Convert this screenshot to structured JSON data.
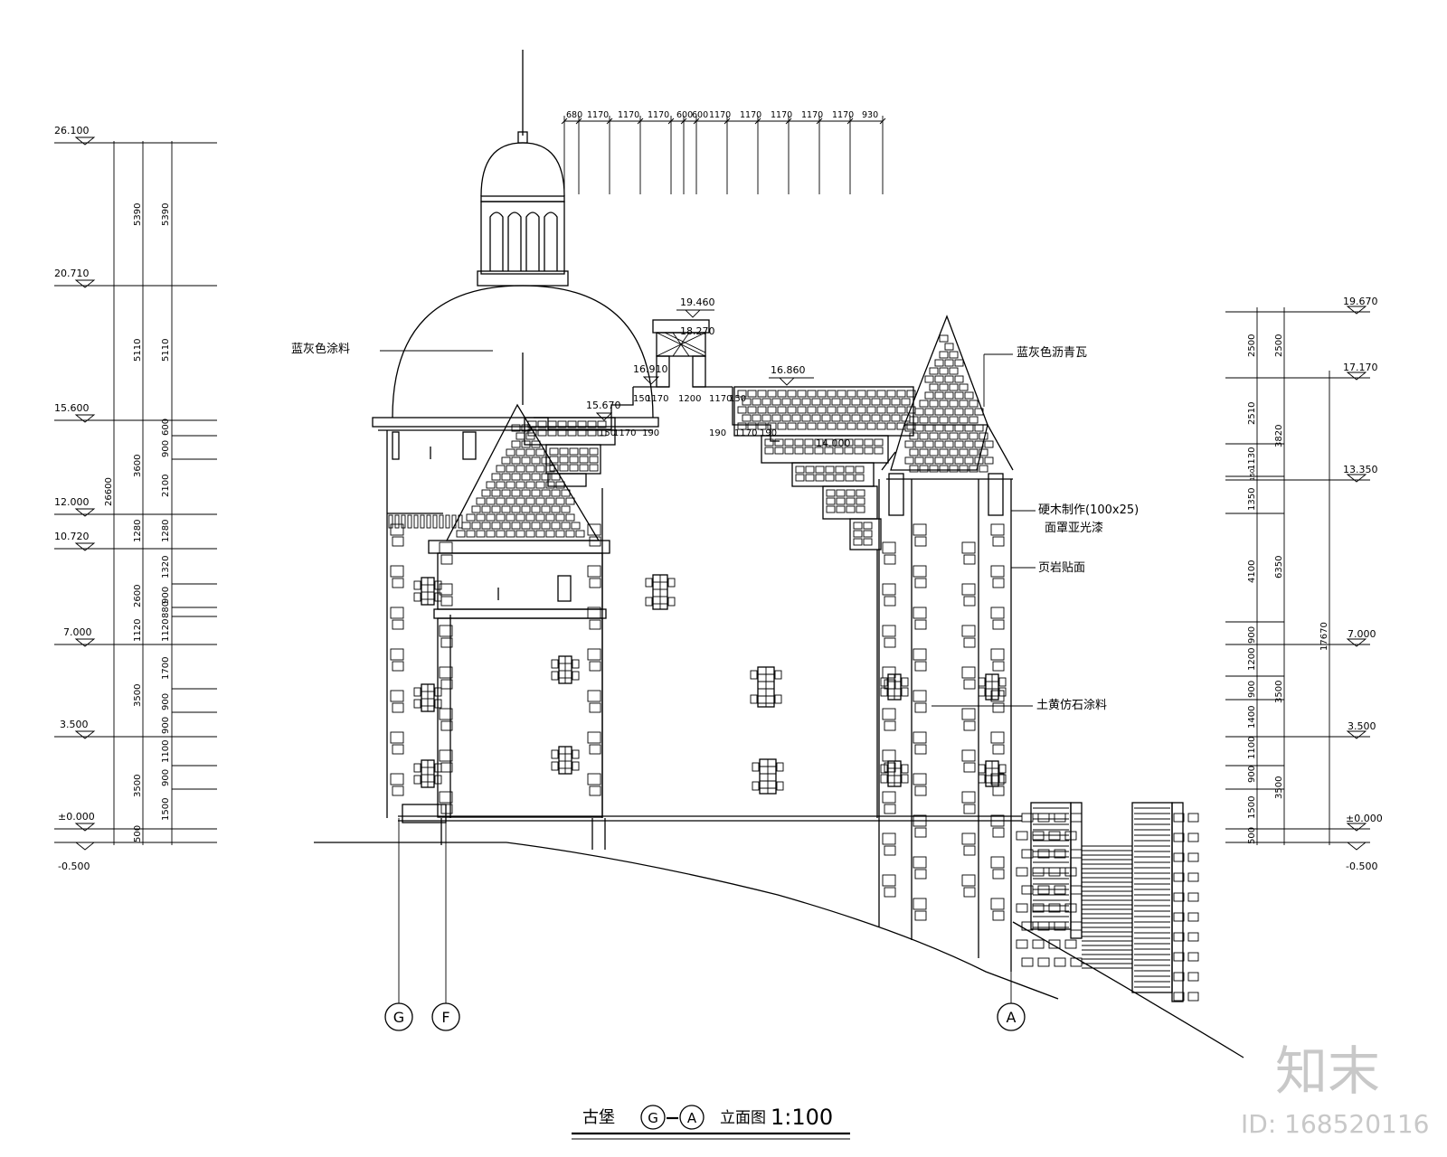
{
  "title": {
    "name": "古堡",
    "axis_from": "G",
    "axis_to": "A",
    "view": "立面图",
    "scale": "1:100"
  },
  "left_elevations": [
    "26.100",
    "20.710",
    "15.600",
    "12.000",
    "10.720",
    "7.000",
    "3.500",
    "±0.000",
    "-0.500"
  ],
  "left_total": "26600",
  "left_dims_a": [
    "5390",
    "5110",
    "3600",
    "1280",
    "2600",
    "1120",
    "3500",
    "3500",
    "500"
  ],
  "left_dims_b": [
    "5390",
    "5110",
    "600",
    "900",
    "2100",
    "1280",
    "1320",
    "900",
    "880",
    "1120",
    "1700",
    "900",
    "900",
    "1100",
    "900",
    "1500"
  ],
  "right_elevations": [
    "19.670",
    "17.170",
    "13.350",
    "7.000",
    "3.500",
    "±0.000",
    "-0.500"
  ],
  "right_total": "17670",
  "right_dims_a": [
    "2500",
    "2510",
    "1130",
    "150",
    "1350",
    "4100",
    "900",
    "1200",
    "900",
    "1400",
    "1100",
    "900",
    "1500",
    "500"
  ],
  "right_dims_b": [
    "2500",
    "3820",
    "6350",
    "3500",
    "3500"
  ],
  "top_dims": [
    "680",
    "1170",
    "1170",
    "1170",
    "600",
    "600",
    "1170",
    "1170",
    "1170",
    "1170",
    "1170",
    "930"
  ],
  "roof_levels": [
    "19.460",
    "18.270",
    "16.910",
    "16.860",
    "15.670",
    "14.000"
  ],
  "roof_dims_upper": [
    "150",
    "1170",
    "1200",
    "1170",
    "150"
  ],
  "roof_dims_lower_left": [
    "150",
    "1170",
    "190"
  ],
  "roof_dims_lower_right": [
    "190",
    "1170",
    "190"
  ],
  "notes": {
    "dome": "蓝灰色涂料",
    "roof": "蓝灰色沥青瓦",
    "wood": "硬木制作(100x25)",
    "wood_finish": "面罩亚光漆",
    "shale": "页岩贴面",
    "wall": "土黄仿石涂料"
  },
  "axes": [
    "G",
    "F",
    "A"
  ],
  "watermark": {
    "brand": "知末",
    "id": "ID: 168520116"
  }
}
